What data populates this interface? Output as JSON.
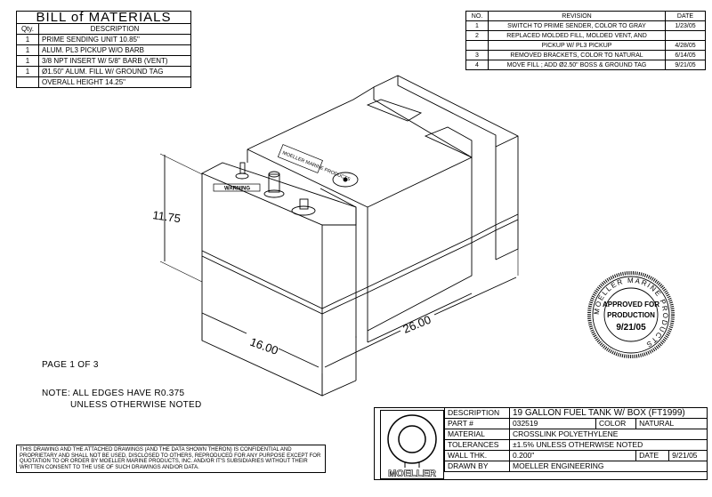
{
  "bom": {
    "title": "BILL of MATERIALS",
    "headers": {
      "qty": "Qty.",
      "description": "DESCRIPTION"
    },
    "rows": [
      {
        "qty": "1",
        "description": "PRIME SENDING UNIT 10.85\""
      },
      {
        "qty": "1",
        "description": "ALUM. PL3  PICKUP W/O BARB"
      },
      {
        "qty": "1",
        "description": "3/8 NPT INSERT W/ 5/8\" BARB (VENT)"
      },
      {
        "qty": "1",
        "description": "Ø1.50\" ALUM. FILL W/ GROUND TAG"
      },
      {
        "qty": "",
        "description": "OVERALL HEIGHT 14.25\""
      }
    ]
  },
  "revisions": {
    "headers": {
      "no": "NO.",
      "revision": "REVISION",
      "date": "DATE"
    },
    "rows": [
      {
        "no": "1",
        "revision": "SWITCH TO PRIME SENDER, COLOR TO GRAY",
        "date": "1/23/05"
      },
      {
        "no": "2",
        "revision": "REPLACED MOLDED FILL, MOLDED VENT, AND",
        "date": ""
      },
      {
        "no": "",
        "revision": "PICKUP W/ PL3 PICKUP",
        "date": "4/28/05"
      },
      {
        "no": "3",
        "revision": "REMOVED BRACKETS, COLOR TO NATURAL",
        "date": "6/14/05"
      },
      {
        "no": "4",
        "revision": "MOVE FILL ; ADD Ø2.50\" BOSS & GROUND TAG",
        "date": "9/21/05"
      }
    ]
  },
  "drawing": {
    "dim_height": "11.75",
    "dim_width": "16.00",
    "dim_length": "26.00",
    "label_plate": "MOELLER MARINE PRODUCTS",
    "warning_label": "WARNING"
  },
  "stamp": {
    "ring_text": "MOELLER MARINE PRODUCTS",
    "line1": "APPROVED FOR",
    "line2": "PRODUCTION",
    "line3": "9/21/05"
  },
  "page_label": "PAGE 1 OF 3",
  "note_line1": "NOTE: ALL EDGES HAVE R0.375",
  "note_line2": "UNLESS OTHERWISE NOTED",
  "confidential": "THIS DRAWING AND THE ATTACHED DRAWINGS (AND THE DATA SHOWN THERON) IS CONFIDENTIAL AND PROPRIETARY AND SHALL NOT BE USED, DISCLOSED TO OTHERS, REPRODUCED FOR ANY PURPOSE EXCEPT FOR QUOTATION TO OR ORDER BY MOELLER MARINE PRODUCTS, INC. AND/OR IT'S SUBSIDIARIES WITHOUT THEIR WRITTEN CONSENT TO THE USE OF SUCH DRAWINGS AND/OR DATA.",
  "title_block": {
    "logo_text": "MOELLER",
    "description_label": "DESCRIPTION",
    "description": "19 GALLON FUEL TANK W/ BOX (FT1999)",
    "part_label": "PART #",
    "part": "032519",
    "color_label": "COLOR",
    "color": "NATURAL",
    "material_label": "MATERIAL",
    "material": "CROSSLINK POLYETHYLENE",
    "tolerances_label": "TOLERANCES",
    "tolerances": "±1.5% UNLESS OTHERWISE NOTED",
    "wall_label": "WALL THK.",
    "wall": "0.200\"",
    "date_label": "DATE",
    "date": "9/21/05",
    "drawn_label": "DRAWN BY",
    "drawn": "MOELLER ENGINEERING"
  }
}
